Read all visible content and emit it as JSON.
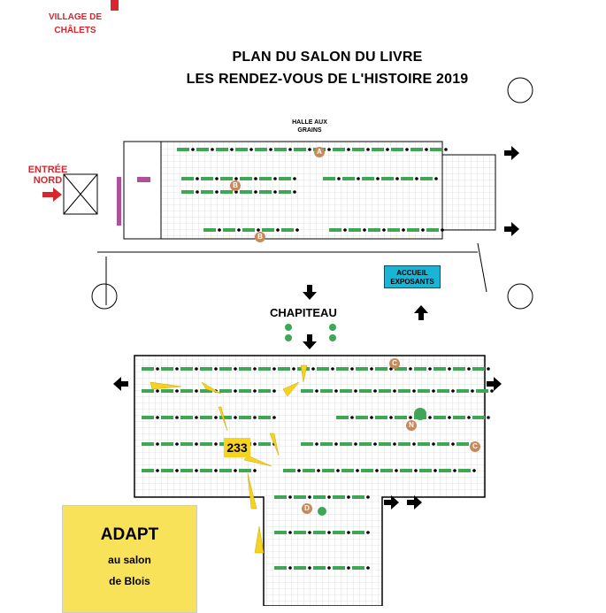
{
  "logo": {
    "line1": "VILLAGE DE",
    "line2": "CHÂLETS"
  },
  "title": {
    "line1": "PLAN DU SALON DU LIVRE",
    "line2": "LES RENDEZ-VOUS DE L'HISTOIRE 2019"
  },
  "labels": {
    "halle": "HALLE AUX",
    "halle2": "GRAINS",
    "entree": "ENTRÉE",
    "entree2": "NORD",
    "accueil": "ACCUEIL",
    "accueil2": "EXPOSANTS",
    "chapiteau": "CHAPITEAU",
    "stand_number": "233"
  },
  "zones": {
    "a": "A",
    "b1": "B",
    "b2": "B",
    "c1": "C",
    "c2": "C",
    "d": "D",
    "n": "N"
  },
  "adapt": {
    "title": "ADAPT",
    "line1": "au salon",
    "line2": "de Blois"
  },
  "colors": {
    "stand": "#3ea654",
    "grid": "#c9c9c9",
    "accent": "#d7262e"
  }
}
